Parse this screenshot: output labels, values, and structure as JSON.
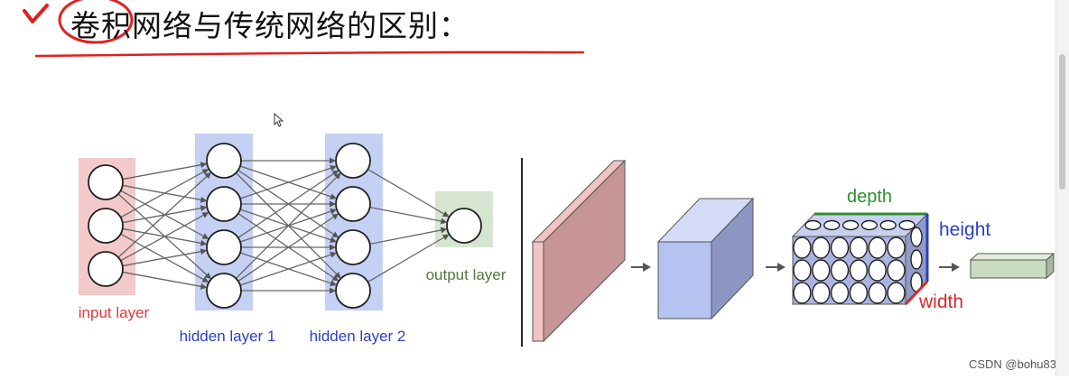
{
  "title": "卷积网络与传统网络的区别：",
  "watermark": "CSDN @bohu83",
  "nn": {
    "labels": {
      "input": "input layer",
      "hidden1": "hidden layer 1",
      "hidden2": "hidden layer 2",
      "output": "output layer"
    },
    "layer_sizes": [
      3,
      4,
      4,
      1
    ]
  },
  "cnn": {
    "labels": {
      "depth": "depth",
      "height": "height",
      "width": "width"
    },
    "neuron_grid": {
      "rows": 3,
      "cols": 6
    }
  },
  "colors": {
    "input_band": "#f3c9c9",
    "hidden_band": "#c5d0f5",
    "output_band": "#d6e5cf",
    "input_label": "#e03a3a",
    "hidden_label": "#2a3fc7",
    "output_label": "#4f7a3a",
    "depth_label": "#2f8f2f",
    "height_label": "#2a3fc7",
    "width_label": "#d92a2a",
    "annotation_red": "#e0201f",
    "slab_front": "#c79595",
    "slab_side": "#f3c3c3",
    "box_front": "#b5c3f0",
    "box_side": "#8b97c2",
    "grid_front": "#a9b4df",
    "flat_front": "#c9dcc0"
  },
  "icons": [
    "checkmark-icon",
    "mouse-cursor-icon"
  ]
}
